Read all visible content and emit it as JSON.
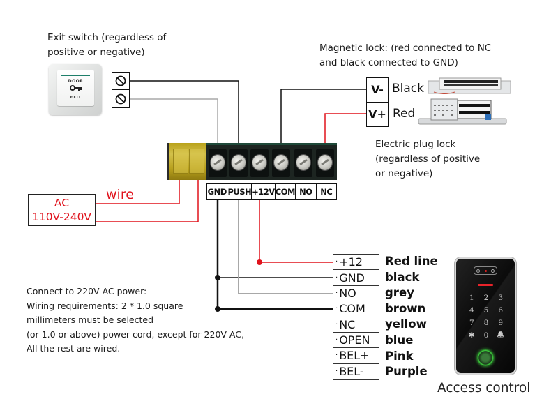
{
  "exit_switch": {
    "caption_lines": [
      "Exit switch (regardless of",
      "positive or negative)"
    ],
    "button_top_text": "DOOR",
    "button_icon": "key-icon",
    "button_bottom_text": "EXIT",
    "terminal_icon": "screw-terminal-icon"
  },
  "magnetic_lock": {
    "caption_lines": [
      "Magnetic lock: (red connected to NC",
      "and black connected to GND)"
    ],
    "terminals": [
      {
        "pin": "V-",
        "wire_color": "Black"
      },
      {
        "pin": "V+",
        "wire_color": "Red"
      }
    ]
  },
  "electric_plug_lock": {
    "caption_lines": [
      "Electric plug lock",
      "(regardless of positive",
      "or negative)"
    ]
  },
  "ac_power": {
    "lines": [
      "AC",
      "110V-240V"
    ],
    "wire_label": "wire"
  },
  "terminal_block": {
    "labels": [
      "GND",
      "PUSH",
      "+12V",
      "COM",
      "NO",
      "NC"
    ]
  },
  "note": {
    "lines": [
      "Connect to 220V AC power:",
      "Wiring requirements: 2 * 1.0 square",
      "millimeters must be selected",
      "(or 1.0 or above) power cord, except for 220V AC,",
      "All the rest are wired."
    ]
  },
  "access_control": {
    "pin_prefix": "·",
    "pins": [
      {
        "pin": "+12",
        "wire_color": "Red line"
      },
      {
        "pin": "GND",
        "wire_color": "black"
      },
      {
        "pin": "NO",
        "wire_color": "grey"
      },
      {
        "pin": "COM",
        "wire_color": "brown"
      },
      {
        "pin": "NC",
        "wire_color": "yellow"
      },
      {
        "pin": "OPEN",
        "wire_color": "blue"
      },
      {
        "pin": "BEL+",
        "wire_color": "Pink"
      },
      {
        "pin": "BEL-",
        "wire_color": "Purple"
      }
    ],
    "keypad": [
      "1",
      "2",
      "3",
      "4",
      "5",
      "6",
      "7",
      "8",
      "9",
      "✱",
      "0",
      "🔔"
    ],
    "caption": "Access control"
  },
  "colors": {
    "red_wire": "#e0121c",
    "grey_wire": "#a8a8a8",
    "black_wire": "#111111"
  }
}
